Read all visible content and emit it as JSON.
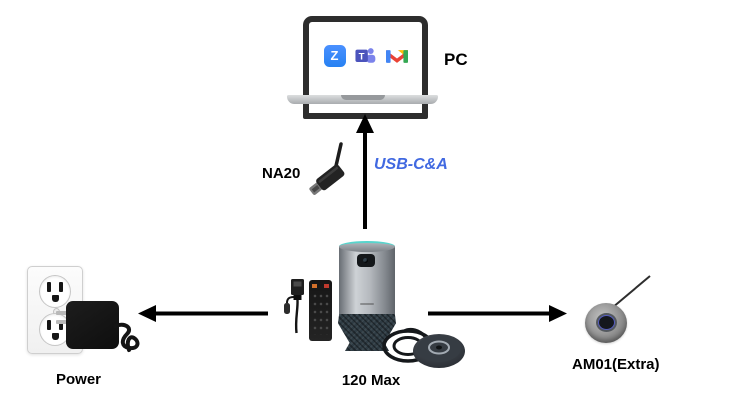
{
  "labels": {
    "pc": "PC",
    "na20": "NA20",
    "usb_connection": "USB-C&A",
    "power": "Power",
    "device": "120 Max",
    "extra_mic": "AM01(Extra)"
  },
  "icons": {
    "zoom": {
      "name": "zoom-app-icon",
      "letter": "Z"
    },
    "teams": {
      "name": "teams-app-icon",
      "letter": "T"
    },
    "gmail": {
      "name": "gmail-app-icon"
    }
  },
  "colors": {
    "usb_label_blue": "#4169E1",
    "arrow_black": "#000000",
    "zoom_blue": "#2D8CFF",
    "teams_purple": "#4B53BC",
    "gmail_red": "#EA4335",
    "gmail_blue": "#4285F4",
    "gmail_green": "#34A853",
    "gmail_yellow": "#FBBC04",
    "led_ring_teal": "#58D5CD"
  }
}
